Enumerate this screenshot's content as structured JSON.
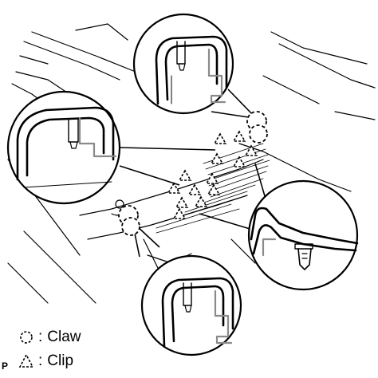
{
  "legend": {
    "claw_label": "Claw",
    "clip_label": "Clip",
    "claw_symbol": ":",
    "clip_symbol": ":"
  },
  "corner_mark": "P",
  "colors": {
    "line": "#000000",
    "part_grey": "#8a8a8a",
    "background": "#ffffff"
  }
}
